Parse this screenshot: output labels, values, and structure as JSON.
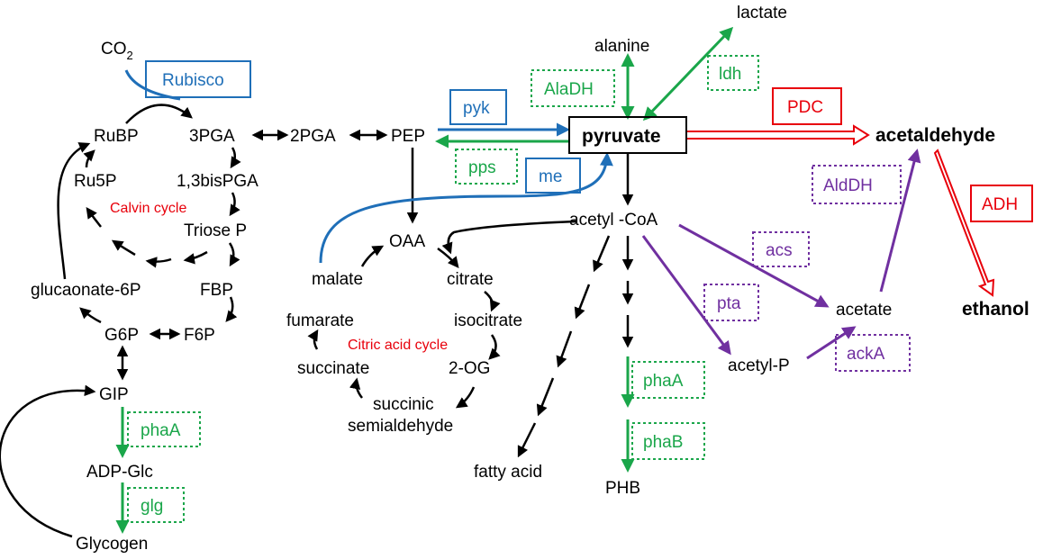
{
  "metabolites": {
    "co2": "CO",
    "co2_sub": "2",
    "rubp": "RuBP",
    "pga3": "3PGA",
    "pga2": "2PGA",
    "pep": "PEP",
    "pyruvate": "pyruvate",
    "acetaldehyde": "acetaldehyde",
    "ethanol": "ethanol",
    "lactate": "lactate",
    "alanine": "alanine",
    "ru5p": "Ru5P",
    "bispga": "1,3bisPGA",
    "triosep": "Triose P",
    "fbp": "FBP",
    "f6p": "F6P",
    "g6p": "G6P",
    "gluconate6p": "glucaonate-6P",
    "gip": "GIP",
    "adpglc": "ADP-Glc",
    "glycogen": "Glycogen",
    "oaa": "OAA",
    "citrate": "citrate",
    "isocitrate": "isocitrate",
    "og2": "2-OG",
    "succinic": "succinic",
    "semialdehyde": "semialdehyde",
    "succinate": "succinate",
    "fumarate": "fumarate",
    "malate": "malate",
    "acetylcoa": "acetyl -CoA",
    "fattyacid": "fatty acid",
    "phb": "PHB",
    "acetylp": "acetyl-P",
    "acetate": "acetate"
  },
  "cycles": {
    "calvin": "Calvin cycle",
    "citric": "Citric acid cycle"
  },
  "enzymes": {
    "rubisco": "Rubisco",
    "pyk": "pyk",
    "pps": "pps",
    "me": "me",
    "aladh": "AlaDH",
    "ldh": "ldh",
    "pdc": "PDC",
    "adh": "ADH",
    "aldh": "AldDH",
    "acs": "acs",
    "pta": "pta",
    "acka": "ackA",
    "phaa_left": "phaA",
    "glg": "glg",
    "phaa_right": "phaA",
    "phab": "phaB"
  },
  "colors": {
    "black": "#000000",
    "green": "#1aa64a",
    "blue": "#1f6fb8",
    "red": "#e8000b",
    "purple": "#7030a0"
  }
}
